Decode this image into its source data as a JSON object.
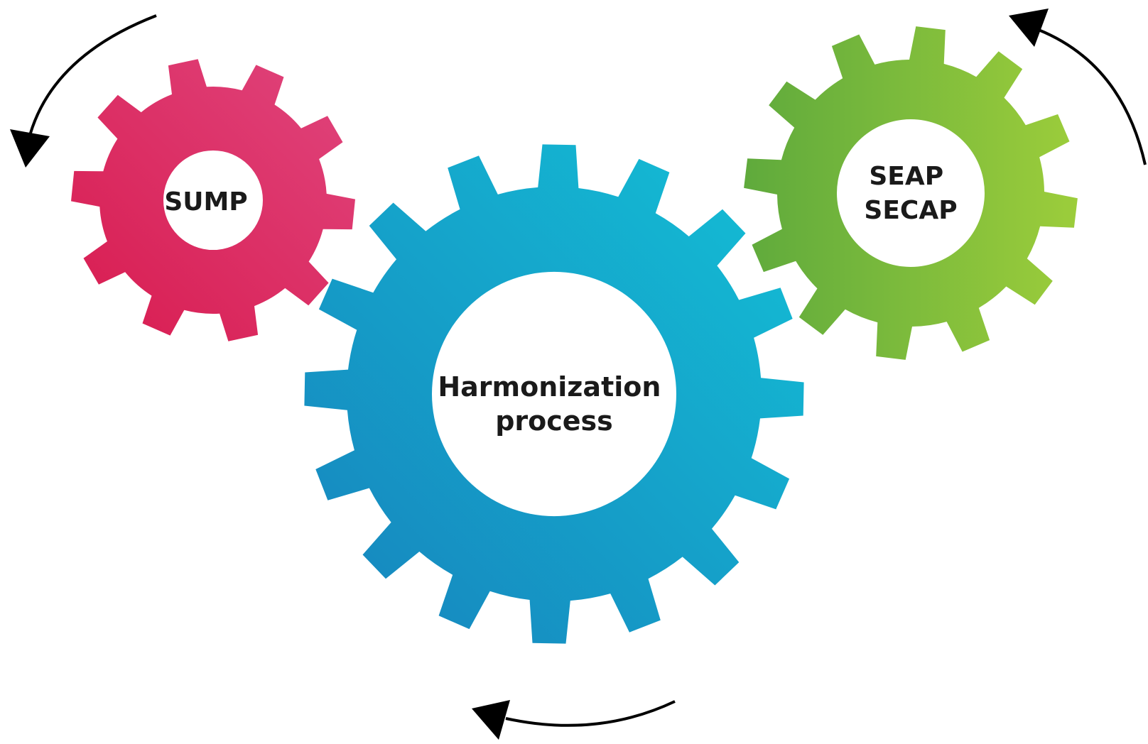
{
  "gears": [
    {
      "id": "sump",
      "lines": [
        "SUMP"
      ],
      "colors": {
        "from": "#d81b4f",
        "to": "#e0457d"
      }
    },
    {
      "id": "harmonization",
      "lines": [
        "Harmonization",
        "process"
      ],
      "colors": {
        "from": "#1683bd",
        "to": "#14c0d6"
      }
    },
    {
      "id": "seap-secap",
      "lines": [
        "SEAP",
        "SECAP"
      ],
      "colors": {
        "from": "#5faa3c",
        "to": "#9ccd3b"
      }
    }
  ],
  "rotation_arrows": [
    "counterclockwise",
    "counterclockwise",
    "clockwise"
  ]
}
